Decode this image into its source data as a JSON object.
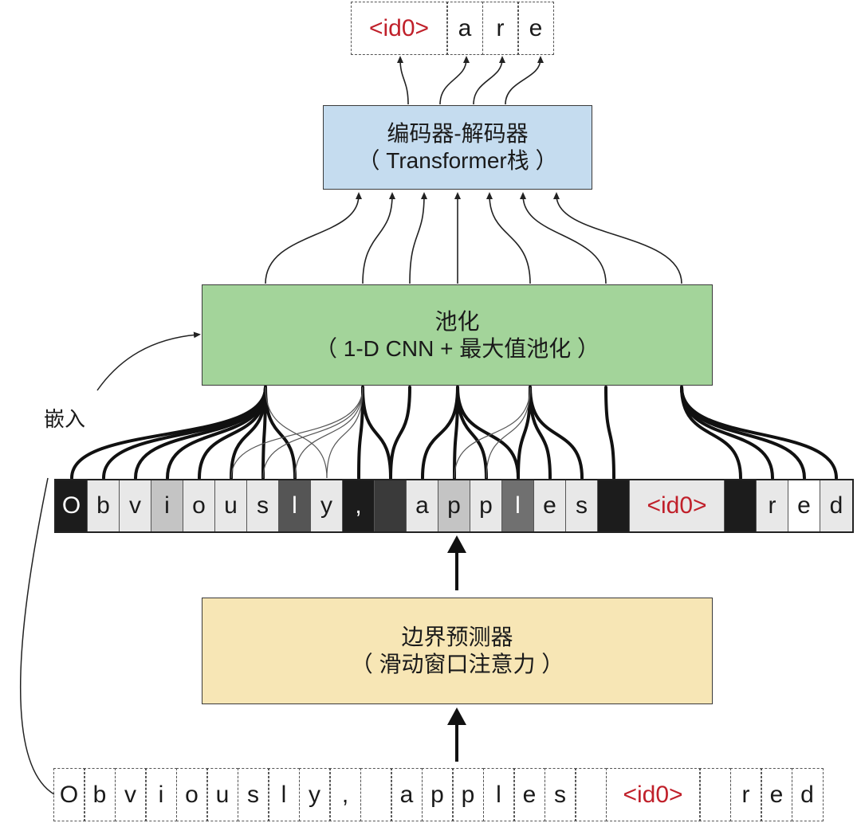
{
  "encoder": {
    "line1": "编码器-解码器",
    "line2": "（ Transformer栈 ）"
  },
  "pooling": {
    "line1": "池化",
    "line2": "（ 1-D CNN + 最大值池化 ）"
  },
  "boundary": {
    "line1": "边界预测器",
    "line2": "（ 滑动窗口注意力 ）"
  },
  "embed_label": "嵌入",
  "output_tokens": [
    {
      "text": "<id0>",
      "red": true
    },
    {
      "text": "a"
    },
    {
      "text": "r"
    },
    {
      "text": "e"
    }
  ],
  "middle_tokens": [
    {
      "text": "O",
      "bg": "#1c1c1c",
      "fg": "#ffffff"
    },
    {
      "text": "b",
      "bg": "#e8e8e8"
    },
    {
      "text": "v",
      "bg": "#e8e8e8"
    },
    {
      "text": "i",
      "bg": "#c4c4c4"
    },
    {
      "text": "o",
      "bg": "#e8e8e8"
    },
    {
      "text": "u",
      "bg": "#e8e8e8"
    },
    {
      "text": "s",
      "bg": "#e8e8e8"
    },
    {
      "text": "l",
      "bg": "#555555",
      "fg": "#ffffff"
    },
    {
      "text": "y",
      "bg": "#e8e8e8"
    },
    {
      "text": ",",
      "bg": "#1c1c1c",
      "fg": "#ffffff"
    },
    {
      "text": "",
      "bg": "#3a3a3a"
    },
    {
      "text": "a",
      "bg": "#e8e8e8"
    },
    {
      "text": "p",
      "bg": "#c4c4c4"
    },
    {
      "text": "p",
      "bg": "#e8e8e8"
    },
    {
      "text": "l",
      "bg": "#707070",
      "fg": "#ffffff"
    },
    {
      "text": "e",
      "bg": "#e8e8e8"
    },
    {
      "text": "s",
      "bg": "#e8e8e8"
    },
    {
      "text": "",
      "bg": "#1c1c1c"
    },
    {
      "text": "<id0>",
      "bg": "#e8e8e8",
      "red": true
    },
    {
      "text": "",
      "bg": "#1c1c1c"
    },
    {
      "text": "r",
      "bg": "#e8e8e8"
    },
    {
      "text": "e",
      "bg": "#ffffff"
    },
    {
      "text": "d",
      "bg": "#e8e8e8"
    }
  ],
  "input_tokens": [
    {
      "text": "O"
    },
    {
      "text": "b"
    },
    {
      "text": "v"
    },
    {
      "text": "i"
    },
    {
      "text": "o"
    },
    {
      "text": "u"
    },
    {
      "text": "s"
    },
    {
      "text": "l"
    },
    {
      "text": "y"
    },
    {
      "text": ","
    },
    {
      "text": ""
    },
    {
      "text": "a"
    },
    {
      "text": "p"
    },
    {
      "text": "p"
    },
    {
      "text": "l"
    },
    {
      "text": "e"
    },
    {
      "text": "s"
    },
    {
      "text": ""
    },
    {
      "text": "<id0>",
      "red": true
    },
    {
      "text": ""
    },
    {
      "text": "r"
    },
    {
      "text": "e"
    },
    {
      "text": "d"
    }
  ]
}
